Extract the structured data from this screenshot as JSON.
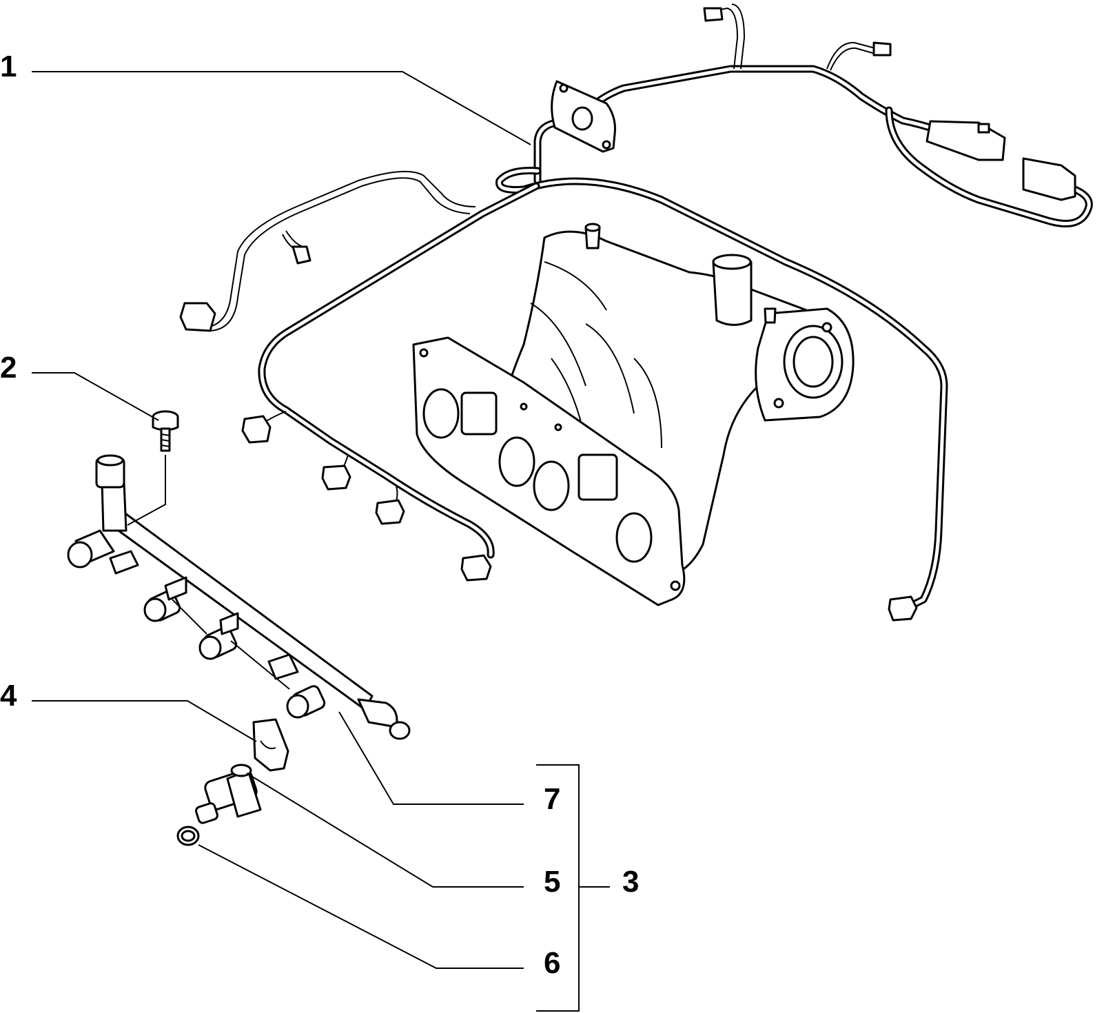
{
  "callouts": {
    "c1": "1",
    "c2": "2",
    "c3": "3",
    "c4": "4",
    "c5": "5",
    "c6": "6",
    "c7": "7"
  },
  "icons": {
    "wiring_harness": "wiring-harness-icon",
    "intake_manifold": "intake-manifold-icon",
    "fuel_rail": "fuel-rail-icon",
    "screw": "screw-icon",
    "clip": "clip-icon",
    "injector": "fuel-injector-icon",
    "seal_ring": "seal-ring-icon"
  }
}
